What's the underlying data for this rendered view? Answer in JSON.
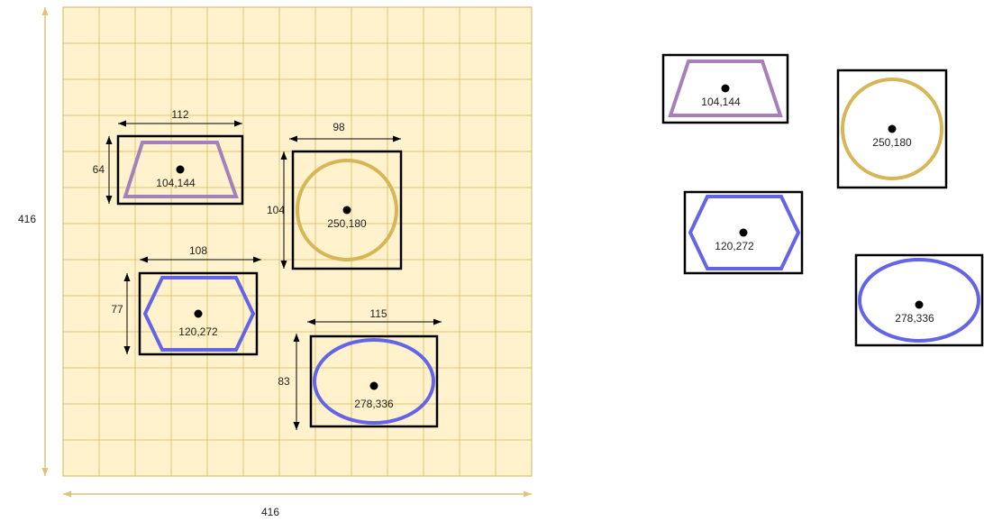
{
  "grid": {
    "width_label": "416",
    "height_label": "416",
    "fill": "#fff2cc",
    "line": "#d6b656",
    "axis_color": "#e0c27a"
  },
  "shapes": [
    {
      "id": "trapezoid",
      "shape": "trapezoid",
      "label": "104,144",
      "width_label": "112",
      "height_label": "64",
      "color": "#a680b8"
    },
    {
      "id": "circle",
      "shape": "circle",
      "label": "250,180",
      "width_label": "98",
      "height_label": "104",
      "color": "#d6b656"
    },
    {
      "id": "hexagon",
      "shape": "hexagon",
      "label": "120,272",
      "width_label": "108",
      "height_label": "77",
      "color": "#6464e6"
    },
    {
      "id": "ellipse",
      "shape": "ellipse",
      "label": "278,336",
      "width_label": "115",
      "height_label": "83",
      "color": "#6464e6"
    }
  ],
  "colors": {
    "box": "#000000",
    "dim": "#000000"
  }
}
